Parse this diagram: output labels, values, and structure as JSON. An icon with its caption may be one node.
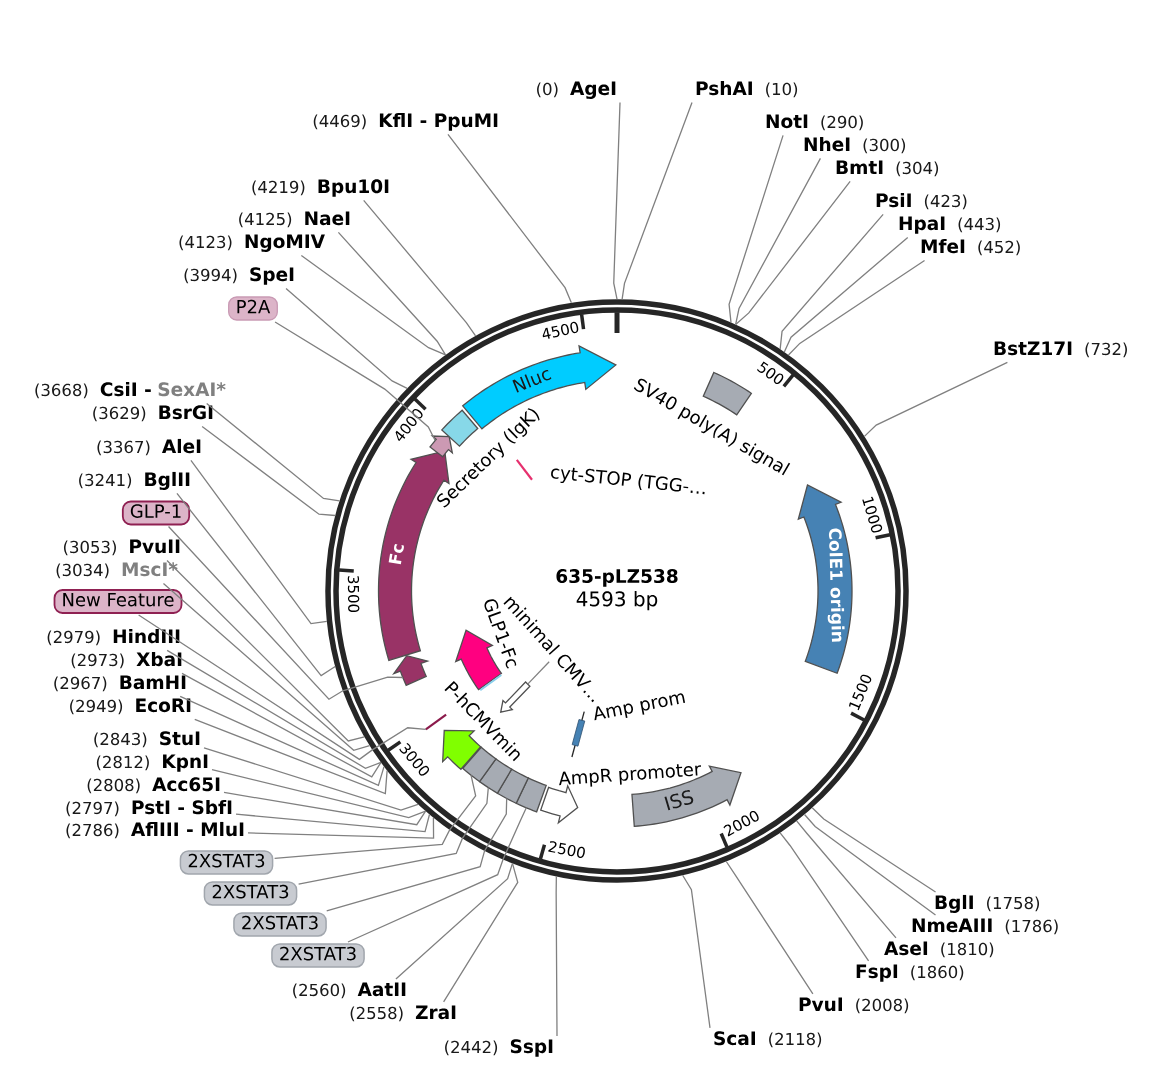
{
  "diagram": {
    "nodes": [
      {
        "text": [
          "635-pLZ538",
          "4593 bp"
        ]
      },
      {
        "text": [],
        "shape": "box",
        "beside": [
          "SV40 poly(A) signal"
        ],
        "in": 0
      },
      {
        "text": [
          "ColE1 origin"
        ],
        "in": 0
      },
      {
        "text": [],
        "shape": "bar",
        "beside": [
          "Amp prom"
        ],
        "in": 0
      },
      {
        "text": [
          "ISS"
        ],
        "in": 0
      },
      {
        "text": [],
        "shape": "arrow",
        "beside": [
          "AmpR promoter"
        ],
        "in": 0
      },
      {
        "text": [],
        "shape": "box",
        "in": 0
      },
      {
        "text": [],
        "shape": "box",
        "in": 0
      },
      {
        "text": [],
        "shape": "box",
        "in": 0
      },
      {
        "text": [],
        "shape": "box",
        "in": 0
      },
      {
        "text": [],
        "shape": "arrow",
        "in": 0
      },
      {
        "text": [
          "minimal CMV…"
        ],
        "in": 0
      },
      {
        "text": [],
        "shape": "arrow",
        "beside": [
          "P-hCMVmin"
        ],
        "in": 0
      },
      {
        "text": [],
        "shape": "bar",
        "in": 0
      },
      {
        "text": [],
        "shape": "arrow",
        "beside": [
          "GLP1-Fc"
        ],
        "in": 0
      },
      {
        "text": [],
        "shape": "arrow",
        "in": 0
      },
      {
        "text": [
          "Fc"
        ],
        "in": 0
      },
      {
        "text": [],
        "shape": "arrow",
        "in": 0
      },
      {
        "text": [],
        "shape": "box",
        "beside": [
          "Secretory (IgK)"
        ],
        "in": 0
      },
      {
        "text": [
          "Nluc"
        ],
        "in": 0
      },
      {
        "text": [],
        "shape": "bar",
        "beside": [
          "cyt-STOP (TGG-…"
        ],
        "in": 0
      },
      {
        "text": [
          "(0)",
          "AgeI"
        ]
      },
      {
        "text": [
          "PshAI",
          "(10)"
        ]
      },
      {
        "text": [
          "NotI",
          "(290)"
        ]
      },
      {
        "text": [
          "NheI",
          "(300)"
        ]
      },
      {
        "text": [
          "BmtI",
          "(304)"
        ]
      },
      {
        "text": [
          "PsiI",
          "(423)"
        ]
      },
      {
        "text": [
          "HpaI",
          "(443)"
        ]
      },
      {
        "text": [
          "MfeI",
          "(452)"
        ]
      },
      {
        "text": [
          "BstZ17I",
          "(732)"
        ]
      },
      {
        "text": [
          "BglI",
          "(1758)"
        ]
      },
      {
        "text": [
          "NmeAIII",
          "(1786)"
        ]
      },
      {
        "text": [
          "AseI",
          "(1810)"
        ]
      },
      {
        "text": [
          "FspI",
          "(1860)"
        ]
      },
      {
        "text": [
          "PvuI",
          "(2008)"
        ]
      },
      {
        "text": [
          "ScaI",
          "(2118)"
        ]
      },
      {
        "text": [
          "(2442)",
          "SspI"
        ]
      },
      {
        "text": [
          "(2558)",
          "ZraI"
        ]
      },
      {
        "text": [
          "(2560)",
          "AatII"
        ]
      },
      {
        "text": [
          "2XSTAT3"
        ]
      },
      {
        "text": [
          "2XSTAT3"
        ]
      },
      {
        "text": [
          "2XSTAT3"
        ]
      },
      {
        "text": [
          "2XSTAT3"
        ]
      },
      {
        "text": [
          "(2786)",
          "AflIII - MluI"
        ]
      },
      {
        "text": [
          "(2797)",
          "PstI - SbfI"
        ]
      },
      {
        "text": [
          "(2808)",
          "Acc65I"
        ]
      },
      {
        "text": [
          "(2812)",
          "KpnI"
        ]
      },
      {
        "text": [
          "(2843)",
          "StuI"
        ]
      },
      {
        "text": [
          "(2949)",
          "EcoRI"
        ]
      },
      {
        "text": [
          "(2967)",
          "BamHI"
        ]
      },
      {
        "text": [
          "(2973)",
          "XbaI"
        ]
      },
      {
        "text": [
          "(2979)",
          "HindIII"
        ]
      },
      {
        "text": [
          "New Feature"
        ]
      },
      {
        "text": [
          "(3034)",
          "MscI*"
        ]
      },
      {
        "text": [
          "(3053)",
          "PvuII"
        ]
      },
      {
        "text": [
          "GLP-1"
        ]
      },
      {
        "text": [
          "(3241)",
          "BglII"
        ]
      },
      {
        "text": [
          "(3367)",
          "AleI"
        ]
      },
      {
        "text": [
          "(3629)",
          "BsrGI"
        ]
      },
      {
        "text": [
          "(3668)",
          "CsiI -",
          "SexAI*"
        ]
      },
      {
        "text": [
          "P2A"
        ]
      },
      {
        "text": [
          "(3994)",
          "SpeI"
        ]
      },
      {
        "text": [
          "(4123)",
          "NgoMIV"
        ]
      },
      {
        "text": [
          "(4125)",
          "NaeI"
        ]
      },
      {
        "text": [
          "(4219)",
          "Bpu10I"
        ]
      },
      {
        "text": [
          "(4469)",
          "KflI - PpuMI"
        ]
      }
    ],
    "edges": [
      {
        "from": 11,
        "to": 10,
        "arrow": "none"
      },
      {
        "from": 21,
        "to": 0,
        "arrow": "none"
      },
      {
        "from": 22,
        "to": 0,
        "arrow": "none"
      },
      {
        "from": 23,
        "to": 0,
        "arrow": "none"
      },
      {
        "from": 24,
        "to": 0,
        "arrow": "none"
      },
      {
        "from": 25,
        "to": 0,
        "arrow": "none"
      },
      {
        "from": 26,
        "to": 0,
        "arrow": "none"
      },
      {
        "from": 27,
        "to": 0,
        "arrow": "none"
      },
      {
        "from": 28,
        "to": 0,
        "arrow": "none"
      },
      {
        "from": 29,
        "to": 0,
        "arrow": "none"
      },
      {
        "from": 30,
        "to": 0,
        "arrow": "none"
      },
      {
        "from": 31,
        "to": 0,
        "arrow": "none"
      },
      {
        "from": 32,
        "to": 0,
        "arrow": "none"
      },
      {
        "from": 33,
        "to": 0,
        "arrow": "none"
      },
      {
        "from": 34,
        "to": 0,
        "arrow": "none"
      },
      {
        "from": 35,
        "to": 0,
        "arrow": "none"
      },
      {
        "from": 36,
        "to": 0,
        "arrow": "none"
      },
      {
        "from": 37,
        "to": 0,
        "arrow": "none"
      },
      {
        "from": 38,
        "to": 0,
        "arrow": "none"
      },
      {
        "from": 39,
        "to": 6,
        "arrow": "none"
      },
      {
        "from": 40,
        "to": 7,
        "arrow": "none"
      },
      {
        "from": 41,
        "to": 8,
        "arrow": "none"
      },
      {
        "from": 42,
        "to": 9,
        "arrow": "none"
      },
      {
        "from": 43,
        "to": 0,
        "arrow": "none"
      },
      {
        "from": 44,
        "to": 0,
        "arrow": "none"
      },
      {
        "from": 45,
        "to": 0,
        "arrow": "none"
      },
      {
        "from": 46,
        "to": 0,
        "arrow": "none"
      },
      {
        "from": 47,
        "to": 0,
        "arrow": "none"
      },
      {
        "from": 48,
        "to": 0,
        "arrow": "none"
      },
      {
        "from": 49,
        "to": 0,
        "arrow": "none"
      },
      {
        "from": 50,
        "to": 0,
        "arrow": "none"
      },
      {
        "from": 51,
        "to": 0,
        "arrow": "none"
      },
      {
        "from": 52,
        "to": 13,
        "arrow": "none"
      },
      {
        "from": 53,
        "to": 0,
        "arrow": "none"
      },
      {
        "from": 54,
        "to": 0,
        "arrow": "none"
      },
      {
        "from": 55,
        "to": 15,
        "arrow": "none"
      },
      {
        "from": 56,
        "to": 0,
        "arrow": "none"
      },
      {
        "from": 57,
        "to": 0,
        "arrow": "none"
      },
      {
        "from": 58,
        "to": 0,
        "arrow": "none"
      },
      {
        "from": 59,
        "to": 0,
        "arrow": "none"
      },
      {
        "from": 60,
        "to": 17,
        "arrow": "none"
      },
      {
        "from": 61,
        "to": 0,
        "arrow": "none"
      },
      {
        "from": 62,
        "to": 0,
        "arrow": "none"
      },
      {
        "from": 63,
        "to": 0,
        "arrow": "none"
      },
      {
        "from": 64,
        "to": 0,
        "arrow": "none"
      },
      {
        "from": 65,
        "to": 0,
        "arrow": "none"
      }
    ],
    "labels": [
      "500",
      "1000",
      "1500",
      "2000",
      "2500",
      "3000",
      "3500",
      "4000",
      "4500"
    ]
  }
}
